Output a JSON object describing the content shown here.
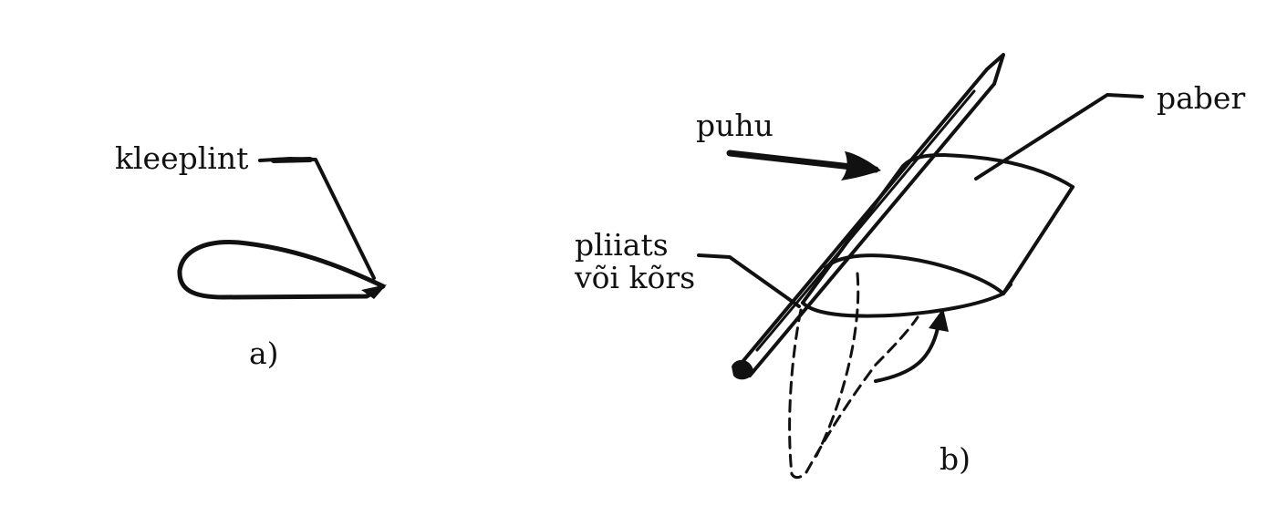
{
  "labels": {
    "kleeplint": "kleeplint",
    "panel_a": "a)",
    "puhu": "puhu",
    "paber": "paber",
    "pliiats_line1": "pliiats",
    "pliiats_line2": "või kõrs",
    "panel_b": "b)"
  },
  "colors": {
    "ink": "#111111",
    "background": "#ffffff"
  }
}
